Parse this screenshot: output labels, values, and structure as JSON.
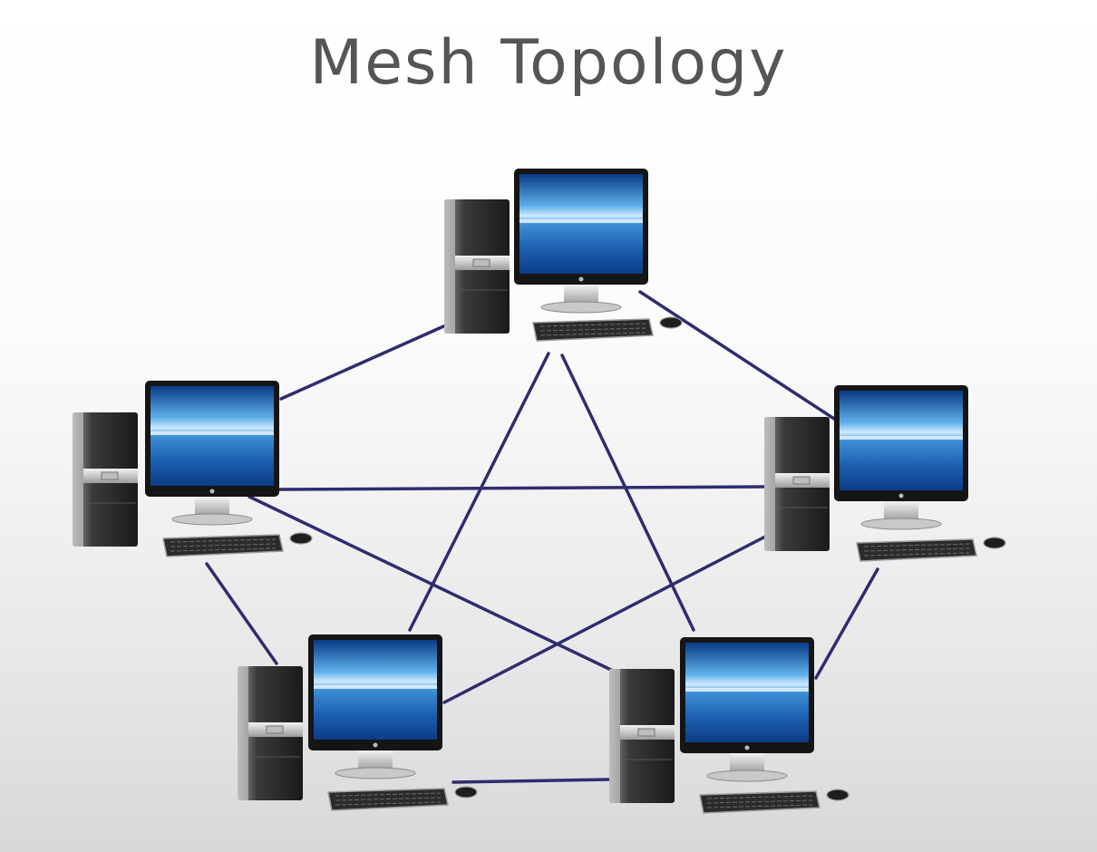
{
  "title": "Mesh Topology",
  "colors": {
    "cable": "#2f2c6e",
    "title_text": "#555555",
    "screen_top": "#0b3f8f",
    "screen_mid": "#5aa8e6"
  },
  "nodes": [
    {
      "id": "top",
      "name": "computer-top"
    },
    {
      "id": "left",
      "name": "computer-left"
    },
    {
      "id": "right",
      "name": "computer-right"
    },
    {
      "id": "bottom-left",
      "name": "computer-bottom-left"
    },
    {
      "id": "bottom-right",
      "name": "computer-bottom-right"
    }
  ],
  "links": [
    [
      "top",
      "left"
    ],
    [
      "top",
      "right"
    ],
    [
      "top",
      "bottom-left"
    ],
    [
      "top",
      "bottom-right"
    ],
    [
      "left",
      "right"
    ],
    [
      "left",
      "bottom-left"
    ],
    [
      "left",
      "bottom-right"
    ],
    [
      "right",
      "bottom-left"
    ],
    [
      "right",
      "bottom-right"
    ],
    [
      "bottom-left",
      "bottom-right"
    ]
  ]
}
